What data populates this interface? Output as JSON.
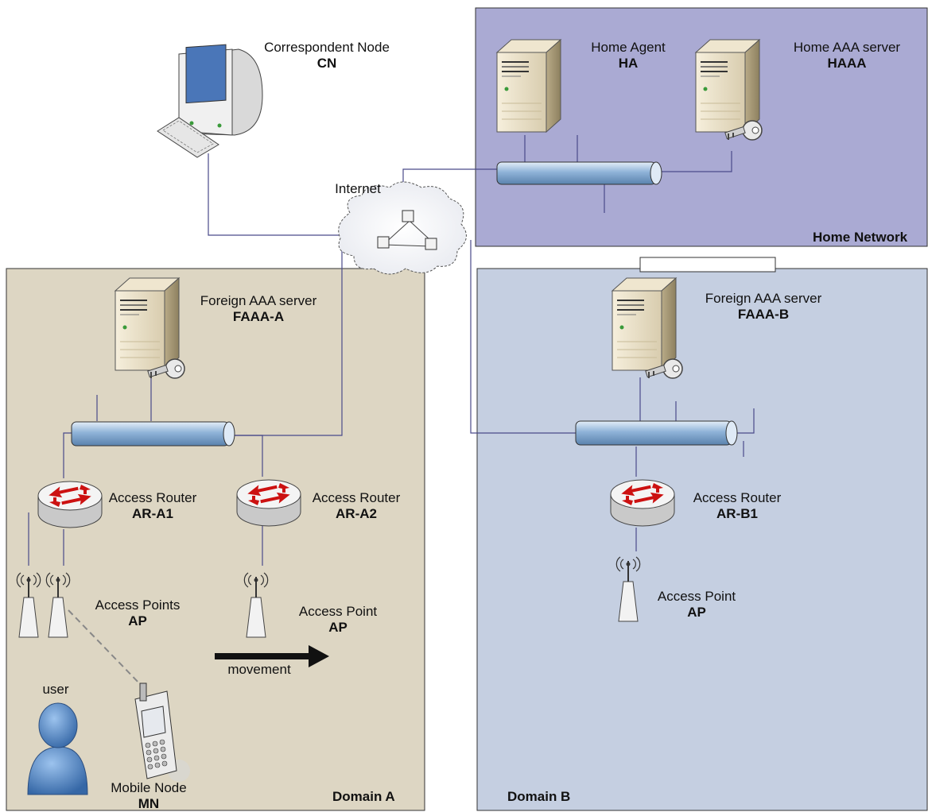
{
  "regions": {
    "home_network": {
      "label": "Home Network",
      "color": "#aaaad3"
    },
    "domain_a": {
      "label": "Domain A",
      "color": "#ddd6c3"
    },
    "domain_b": {
      "label": "Domain B",
      "color": "#c5cfe1"
    }
  },
  "nodes": {
    "cn": {
      "name": "Correspondent Node",
      "code": "CN"
    },
    "internet": {
      "name": "Internet"
    },
    "ha": {
      "name": "Home Agent",
      "code": "HA"
    },
    "haaa": {
      "name": "Home AAA server",
      "code": "HAAA"
    },
    "faaa_a": {
      "name": "Foreign AAA server",
      "code": "FAAA-A"
    },
    "faaa_b": {
      "name": "Foreign AAA server",
      "code": "FAAA-B"
    },
    "ar_a1": {
      "name": "Access Router",
      "code": "AR-A1"
    },
    "ar_a2": {
      "name": "Access Router",
      "code": "AR-A2"
    },
    "ar_b1": {
      "name": "Access Router",
      "code": "AR-B1"
    },
    "ap_a1": {
      "name": "Access Points",
      "code": "AP"
    },
    "ap_a2": {
      "name": "Access Point",
      "code": "AP"
    },
    "ap_b1": {
      "name": "Access Point",
      "code": "AP"
    },
    "user": {
      "name": "user"
    },
    "mn": {
      "name": "Mobile Node",
      "code": "MN"
    },
    "movement": {
      "name": "movement"
    }
  },
  "colors": {
    "line": "#4a4a8a",
    "router_arrow": "#cc1111",
    "bus": "#8fb3d8",
    "user": "#4f86c8"
  }
}
